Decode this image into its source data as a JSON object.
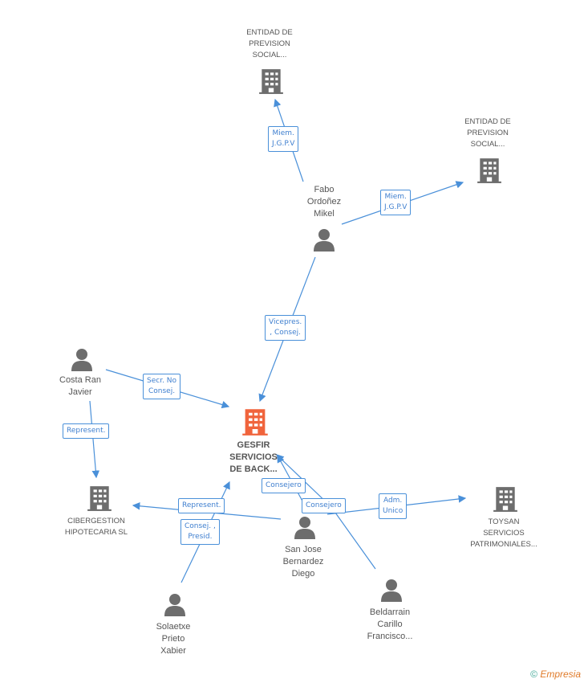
{
  "colors": {
    "edge": "#4a90d9",
    "node_gray": "#6d6d6d",
    "node_main": "#f0643c",
    "label_text": "#555555"
  },
  "nodes": [
    {
      "id": "entidad1",
      "kind": "company",
      "label": "ENTIDAD DE\nPREVISION\nSOCIAL...",
      "icon": "building-icon"
    },
    {
      "id": "entidad2",
      "kind": "company",
      "label": "ENTIDAD DE\nPREVISION\nSOCIAL...",
      "icon": "building-icon"
    },
    {
      "id": "fabo",
      "kind": "person",
      "label": "Fabo\nOrdoñez\nMikel",
      "icon": "person-icon"
    },
    {
      "id": "costa",
      "kind": "person",
      "label": "Costa Ran\nJavier",
      "icon": "person-icon"
    },
    {
      "id": "gesfir",
      "kind": "main",
      "label": "GESFIR\nSERVICIOS\nDE BACK...",
      "icon": "building-icon"
    },
    {
      "id": "cibergestion",
      "kind": "company",
      "label": "CIBERGESTION\nHIPOTECARIA SL",
      "icon": "building-icon"
    },
    {
      "id": "toysan",
      "kind": "company",
      "label": "TOYSAN\nSERVICIOS\nPATRIMONIALES...",
      "icon": "building-icon"
    },
    {
      "id": "sanjose",
      "kind": "person",
      "label": "San Jose\nBernardez\nDiego",
      "icon": "person-icon"
    },
    {
      "id": "solaetxe",
      "kind": "person",
      "label": "Solaetxe\nPrieto\nXabier",
      "icon": "person-icon"
    },
    {
      "id": "beldarrain",
      "kind": "person",
      "label": "Beldarrain\nCarillo\nFrancisco...",
      "icon": "person-icon"
    }
  ],
  "edges": [
    {
      "from": "fabo",
      "to": "entidad1",
      "label": "Miem.\nJ.G.P.V"
    },
    {
      "from": "fabo",
      "to": "entidad2",
      "label": "Miem.\nJ.G.P.V"
    },
    {
      "from": "fabo",
      "to": "gesfir",
      "label": "Vicepres.\n, Consej."
    },
    {
      "from": "costa",
      "to": "gesfir",
      "label": "Secr. No\nConsej."
    },
    {
      "from": "costa",
      "to": "cibergestion",
      "label": "Represent."
    },
    {
      "from": "sanjose",
      "to": "cibergestion",
      "label": "Represent."
    },
    {
      "from": "sanjose",
      "to": "gesfir",
      "label": "Consejero"
    },
    {
      "from": "beldarrain",
      "to": "gesfir",
      "label": "Consejero"
    },
    {
      "from": "sanjose",
      "to": "toysan",
      "label": "Adm.\nUnico"
    },
    {
      "from": "solaetxe",
      "to": "gesfir",
      "label": "Consej. ,\nPresid."
    }
  ],
  "copyright": {
    "symbol": "©",
    "brand": "Empresia"
  }
}
